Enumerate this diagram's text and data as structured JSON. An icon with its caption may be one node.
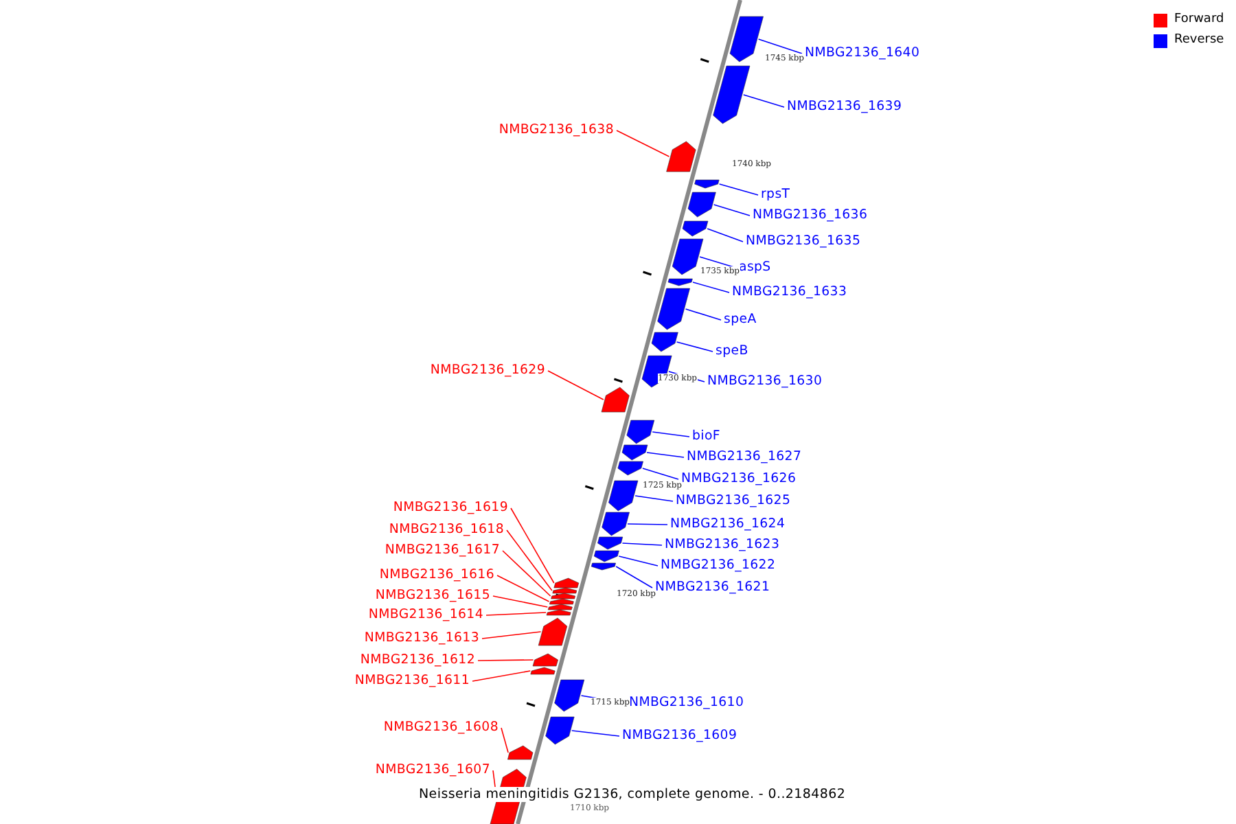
{
  "diagram": {
    "caption": "Neisseria meningitidis G2136, complete genome. - 0..2184862",
    "nodes": [
      {
        "text": [
          "NMBG2136_1640"
        ]
      },
      {
        "text": [],
        "shape": "box"
      },
      {
        "text": [
          "NMBG2136_1639"
        ]
      },
      {
        "text": [],
        "shape": "box"
      },
      {
        "text": [
          "NMBG2136_1638"
        ]
      },
      {
        "text": [],
        "shape": "box"
      },
      {
        "text": [
          "rpsT"
        ]
      },
      {
        "text": [],
        "shape": "box"
      },
      {
        "text": [
          "NMBG2136_1636"
        ]
      },
      {
        "text": [],
        "shape": "box"
      },
      {
        "text": [
          "NMBG2136_1635"
        ]
      },
      {
        "text": [],
        "shape": "box"
      },
      {
        "text": [
          "aspS"
        ]
      },
      {
        "text": [],
        "shape": "box"
      },
      {
        "text": [
          "NMBG2136_1633"
        ]
      },
      {
        "text": [],
        "shape": "box"
      },
      {
        "text": [
          "speA"
        ]
      },
      {
        "text": [],
        "shape": "box"
      },
      {
        "text": [
          "speB"
        ]
      },
      {
        "text": [],
        "shape": "box"
      },
      {
        "text": [
          "NMBG2136_1630"
        ]
      },
      {
        "text": [],
        "shape": "box"
      },
      {
        "text": [
          "NMBG2136_1629"
        ]
      },
      {
        "text": [],
        "shape": "box"
      },
      {
        "text": [
          "bioF"
        ]
      },
      {
        "text": [],
        "shape": "box"
      },
      {
        "text": [
          "NMBG2136_1627"
        ]
      },
      {
        "text": [],
        "shape": "box"
      },
      {
        "text": [
          "NMBG2136_1626"
        ]
      },
      {
        "text": [],
        "shape": "box"
      },
      {
        "text": [
          "NMBG2136_1625"
        ]
      },
      {
        "text": [],
        "shape": "box"
      },
      {
        "text": [
          "NMBG2136_1624"
        ]
      },
      {
        "text": [],
        "shape": "box"
      },
      {
        "text": [
          "NMBG2136_1623"
        ]
      },
      {
        "text": [],
        "shape": "box"
      },
      {
        "text": [
          "NMBG2136_1622"
        ]
      },
      {
        "text": [],
        "shape": "box"
      },
      {
        "text": [
          "NMBG2136_1621"
        ]
      },
      {
        "text": [],
        "shape": "box"
      },
      {
        "text": [
          "NMBG2136_1619"
        ]
      },
      {
        "text": [],
        "shape": "box"
      },
      {
        "text": [
          "NMBG2136_1618"
        ]
      },
      {
        "text": [],
        "shape": "box"
      },
      {
        "text": [
          "NMBG2136_1617"
        ]
      },
      {
        "text": [],
        "shape": "box"
      },
      {
        "text": [
          "NMBG2136_1616"
        ]
      },
      {
        "text": [],
        "shape": "box"
      },
      {
        "text": [
          "NMBG2136_1615"
        ]
      },
      {
        "text": [],
        "shape": "box"
      },
      {
        "text": [
          "NMBG2136_1614"
        ]
      },
      {
        "text": [],
        "shape": "box"
      },
      {
        "text": [
          "NMBG2136_1613"
        ]
      },
      {
        "text": [],
        "shape": "box"
      },
      {
        "text": [
          "NMBG2136_1612"
        ]
      },
      {
        "text": [],
        "shape": "box"
      },
      {
        "text": [
          "NMBG2136_1611"
        ]
      },
      {
        "text": [],
        "shape": "box"
      },
      {
        "text": [
          "NMBG2136_1610"
        ]
      },
      {
        "text": [],
        "shape": "box"
      },
      {
        "text": [
          "NMBG2136_1609"
        ]
      },
      {
        "text": [],
        "shape": "box"
      },
      {
        "text": [
          "NMBG2136_1608"
        ]
      },
      {
        "text": [],
        "shape": "box"
      },
      {
        "text": [
          "NMBG2136_1607"
        ]
      },
      {
        "text": [],
        "shape": "box"
      }
    ],
    "edges": [
      {
        "from": 0,
        "to": 1,
        "arrow": "none"
      },
      {
        "from": 2,
        "to": 3,
        "arrow": "none"
      },
      {
        "from": 4,
        "to": 5,
        "arrow": "none",
        "color": "#ff0000"
      },
      {
        "from": 6,
        "to": 7,
        "arrow": "none"
      },
      {
        "from": 8,
        "to": 9,
        "arrow": "none"
      },
      {
        "from": 10,
        "to": 11,
        "arrow": "none"
      },
      {
        "from": 12,
        "to": 13,
        "arrow": "none"
      },
      {
        "from": 14,
        "to": 15,
        "arrow": "none"
      },
      {
        "from": 16,
        "to": 17,
        "arrow": "none"
      },
      {
        "from": 18,
        "to": 19,
        "arrow": "none"
      },
      {
        "from": 20,
        "to": 21,
        "arrow": "none"
      },
      {
        "from": 22,
        "to": 23,
        "arrow": "none",
        "color": "#ff0000"
      },
      {
        "from": 24,
        "to": 25,
        "arrow": "none"
      },
      {
        "from": 26,
        "to": 27,
        "arrow": "none"
      },
      {
        "from": 28,
        "to": 29,
        "arrow": "none"
      },
      {
        "from": 30,
        "to": 31,
        "arrow": "none"
      },
      {
        "from": 32,
        "to": 33,
        "arrow": "none"
      },
      {
        "from": 34,
        "to": 35,
        "arrow": "none"
      },
      {
        "from": 36,
        "to": 37,
        "arrow": "none"
      },
      {
        "from": 38,
        "to": 39,
        "arrow": "none"
      },
      {
        "from": 40,
        "to": 41,
        "arrow": "none",
        "color": "#ff0000"
      },
      {
        "from": 42,
        "to": 43,
        "arrow": "none",
        "color": "#ff0000"
      },
      {
        "from": 44,
        "to": 45,
        "arrow": "none",
        "color": "#ff0000"
      },
      {
        "from": 46,
        "to": 47,
        "arrow": "none",
        "color": "#ff0000"
      },
      {
        "from": 48,
        "to": 49,
        "arrow": "none",
        "color": "#ff0000"
      },
      {
        "from": 50,
        "to": 51,
        "arrow": "none",
        "color": "#ff0000"
      },
      {
        "from": 52,
        "to": 53,
        "arrow": "none",
        "color": "#ff0000"
      },
      {
        "from": 54,
        "to": 55,
        "arrow": "none",
        "color": "#ff0000"
      },
      {
        "from": 56,
        "to": 57,
        "arrow": "none",
        "color": "#ff0000"
      },
      {
        "from": 58,
        "to": 59,
        "arrow": "none"
      },
      {
        "from": 60,
        "to": 61,
        "arrow": "none"
      },
      {
        "from": 62,
        "to": 63,
        "arrow": "none",
        "color": "#ff0000"
      },
      {
        "from": 64,
        "to": 65,
        "arrow": "none",
        "color": "#ff0000"
      }
    ],
    "labels": [
      "1745 kbp",
      "1740 kbp",
      "1735 kbp",
      "1730 kbp",
      "1725 kbp",
      "1720 kbp",
      "1715 kbp",
      "1710 kbp"
    ],
    "legend": [
      {
        "text": "Forward",
        "color": "#ff0000"
      },
      {
        "text": "Reverse",
        "color": "#0000ff"
      }
    ]
  }
}
